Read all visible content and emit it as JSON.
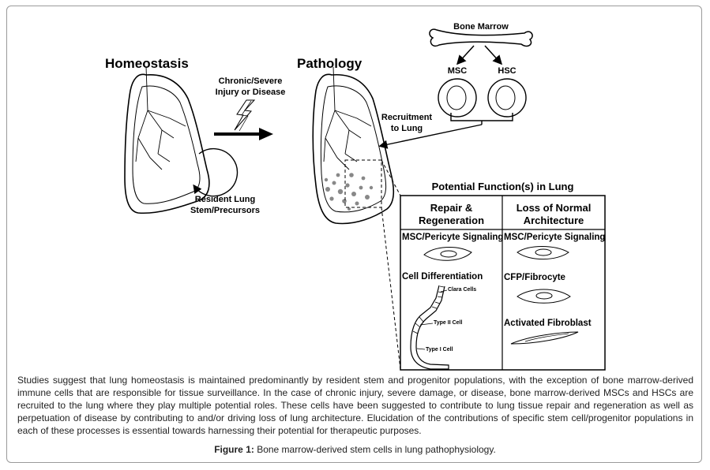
{
  "labels": {
    "homeostasis": "Homeostasis",
    "pathology": "Pathology",
    "injury_line1": "Chronic/Severe",
    "injury_line2": "Injury or Disease",
    "resident_line1": "Resident Lung",
    "resident_line2": "Stem/Precursors",
    "bone_marrow": "Bone Marrow",
    "msc": "MSC",
    "hsc": "HSC",
    "recruit_line1": "Recruitment",
    "recruit_line2": "to Lung"
  },
  "panel": {
    "title": "Potential Function(s) in Lung",
    "left_header_line1": "Repair &",
    "left_header_line2": "Regeneration",
    "right_header_line1": "Loss of Normal",
    "right_header_line2": "Architecture",
    "left_items": [
      "MSC/Pericyte Signaling",
      "Cell Differentiation"
    ],
    "right_items": [
      "MSC/Pericyte Signaling",
      "CFP/Fibrocyte",
      "Activated Fibroblast"
    ],
    "airway_labels": [
      "Clara Cells",
      "Type II Cell",
      "Type I Cell"
    ]
  },
  "caption": "Studies suggest that lung homeostasis is maintained predominantly by resident stem and progenitor populations, with the exception of bone marrow-derived immune cells that are responsible for tissue surveillance. In the case of chronic injury, severe damage, or disease, bone marrow-derived MSCs and HSCs are recruited to the lung where they play multiple potential roles. These cells have been suggested to contribute to lung tissue repair and regeneration as well as perpetuation of disease by contributing to and/or driving loss of lung architecture. Elucidation of the contributions of specific stem cell/progenitor populations in each of these processes is essential towards harnessing their potential for therapeutic purposes.",
  "figure_caption": {
    "label": "Figure 1:",
    "text": " Bone marrow-derived stem cells in lung pathophysiology."
  }
}
